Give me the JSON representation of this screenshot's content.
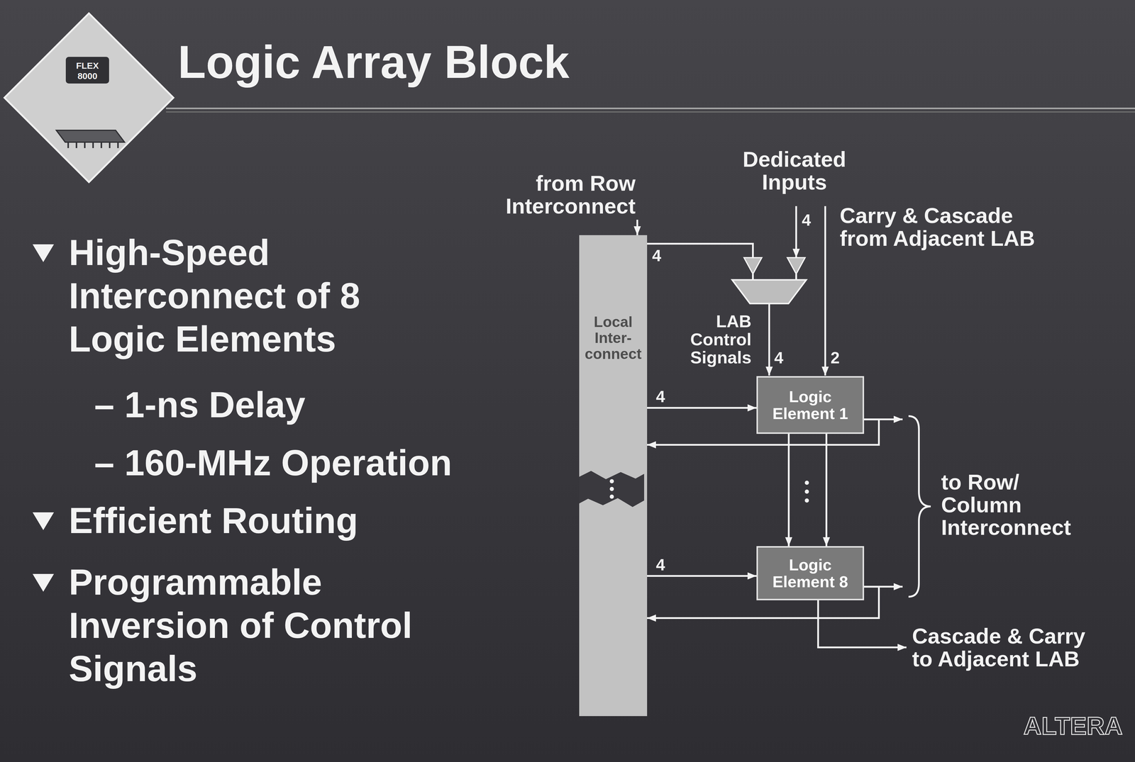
{
  "diagram": {
    "title": "Logic Array Block",
    "nodes": [
      {
        "text": [
          "Local Inter- connect"
        ]
      },
      {
        "text": [
          "Logic Element 1"
        ]
      },
      {
        "text": [
          "Logic Element 8"
        ]
      }
    ],
    "edges": [
      {
        "from": 0,
        "to": 1,
        "label": "4",
        "arrow": "to"
      },
      {
        "from": 1,
        "to": 0,
        "arrow": "to"
      },
      {
        "from": 0,
        "to": 2,
        "label": "4",
        "arrow": "to"
      },
      {
        "from": 2,
        "to": 0,
        "arrow": "to"
      },
      {
        "from": 1,
        "to": 2,
        "arrow": "to"
      },
      {
        "from": 1,
        "to": 2,
        "arrow": "to"
      }
    ],
    "labels": [
      "FLEX",
      "8000",
      "High-Speed Interconnect of 8 Logic Elements",
      "– 1-ns Delay",
      "– 160-MHz Operation",
      "Efficient Routing",
      "Programmable Inversion of Control Signals",
      "from Row Interconnect",
      "Dedicated Inputs",
      "4",
      "Carry & Cascade from Adjacent LAB",
      "4",
      "LAB Control Signals",
      "4",
      "2",
      "to Row/ Column Interconnect",
      "Cascade & Carry to Adjacent LAB",
      "ALTERA"
    ]
  }
}
